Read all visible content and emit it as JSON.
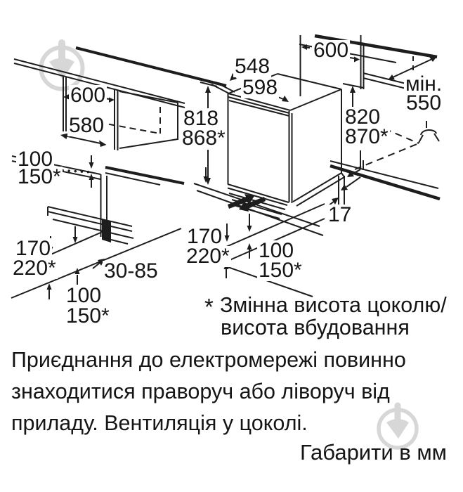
{
  "colors": {
    "line": "#1d1d1d",
    "text": "#151515",
    "watermark": "#c8c8c8"
  },
  "diagram": {
    "left_niche": {
      "width": "600",
      "depth": "580",
      "clearance_min": "100",
      "clearance_max": "150*"
    },
    "plinth_detail": {
      "recess_min": "170",
      "recess_max": "220*",
      "adjust_range": "30-85",
      "clearance_min": "100",
      "clearance_max": "150*"
    },
    "appliance": {
      "top_depth": "548",
      "width": "598",
      "height_min": "818",
      "height_max": "868*"
    },
    "right_niche": {
      "width": "600",
      "height_min": "820",
      "height_max": "870*",
      "min_abbr": "мін.",
      "min_depth": "550",
      "rear_gap": "17",
      "recess_min": "170",
      "recess_max": "220*",
      "clearance_min": "100",
      "clearance_max": "150*"
    }
  },
  "footnote": {
    "marker": "*",
    "line1": "Змінна висота цоколю/",
    "line2": "висота вбудовання"
  },
  "description": {
    "line1": "Приєднання до електромережі повинно",
    "line2": "знаходитися праворуч або ліворуч від",
    "line3": "приладу. Вентиляція у цоколі."
  },
  "footer": {
    "units_note": "Габарити в мм"
  }
}
